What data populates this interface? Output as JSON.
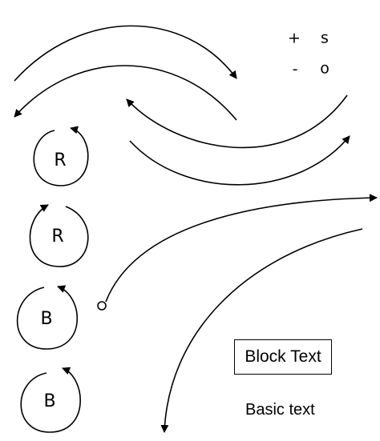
{
  "toolbar": {
    "plus": "+",
    "s": "s",
    "minus": "-",
    "o": "o"
  },
  "loops": [
    {
      "label": "R"
    },
    {
      "label": "R"
    },
    {
      "label": "B"
    },
    {
      "label": "B"
    }
  ],
  "block_text": "Block Text",
  "basic_text": "Basic text",
  "colors": {
    "stroke": "#000000",
    "background": "#ffffff"
  }
}
